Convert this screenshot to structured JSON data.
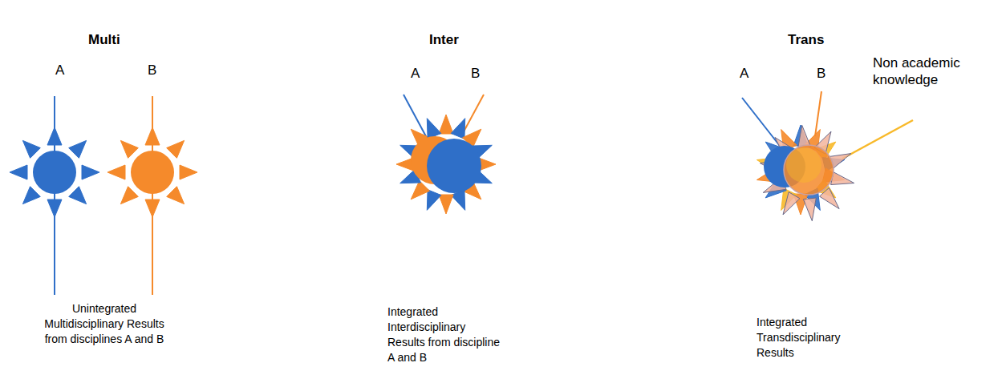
{
  "diagram": {
    "labels": [
      "Multi",
      "A",
      "B",
      "Unintegrated Multidisciplinary Results from disciplines A and B",
      "Inter",
      "A",
      "B",
      "Integrated Interdisciplinary Results from discipline A and B",
      "Trans",
      "A",
      "B",
      "Non academic knowledge",
      "Integrated Transdisciplinary Results"
    ]
  }
}
